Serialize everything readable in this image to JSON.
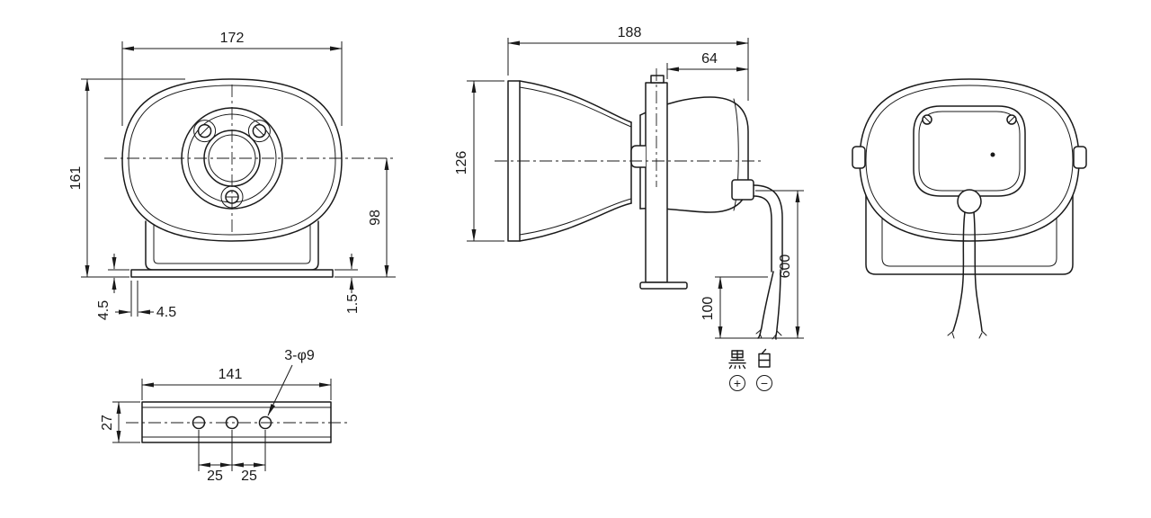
{
  "colors": {
    "line": "#1a1a1a",
    "background": "#ffffff"
  },
  "front_view": {
    "overall_width": "172",
    "overall_height": "161",
    "center_to_base": "98",
    "foot_height": "4.5",
    "foot_inset": "4.5",
    "foot_thickness": "1.5"
  },
  "bracket_view": {
    "mounting_hole_span": "141",
    "hole_callout": "3-φ9",
    "bracket_width": "27",
    "hole_pitch_left": "25",
    "hole_pitch_right": "25"
  },
  "side_view": {
    "overall_depth": "188",
    "rear_body_depth": "64",
    "horn_mouth_height": "126",
    "lead_wire_length": "600",
    "lead_split_length": "100",
    "black_lead_label": "黒",
    "white_lead_label": "白",
    "plus_symbol": "+",
    "minus_symbol": "−"
  }
}
